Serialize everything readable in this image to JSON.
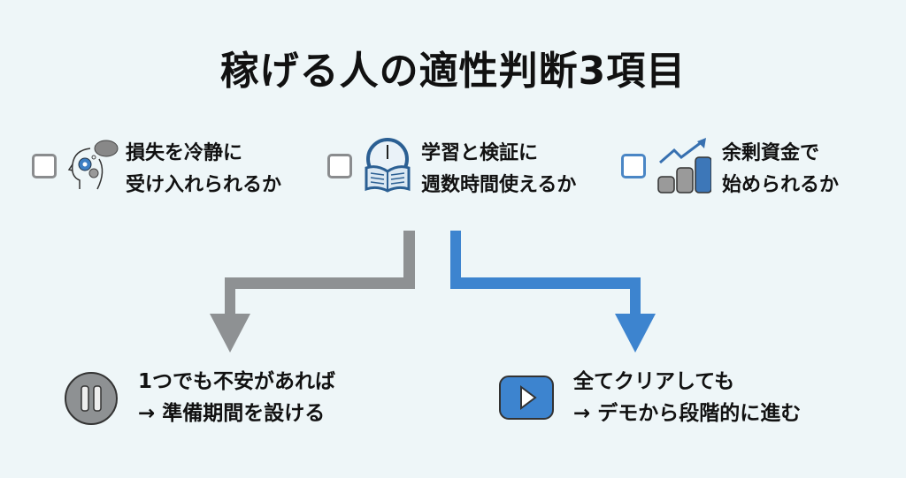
{
  "title": "稼げる人の適性判断3項目",
  "criteria": [
    {
      "line1": "損失を冷静に",
      "line2": "受け入れられるか",
      "icon": "head-gears-icon"
    },
    {
      "line1": "学習と検証に",
      "line2": "週数時間使えるか",
      "icon": "clock-book-icon"
    },
    {
      "line1": "余剰資金で",
      "line2": "始められるか",
      "icon": "coins-growth-icon"
    }
  ],
  "outcomes": [
    {
      "line1": "1つでも不安があれば",
      "line2": "→ 準備期間を設ける",
      "icon": "pause-icon",
      "color": "#8e9193"
    },
    {
      "line1": "全てクリアしても",
      "line2": "→ デモから段階的に進む",
      "icon": "play-icon",
      "color": "#3d84cf"
    }
  ]
}
